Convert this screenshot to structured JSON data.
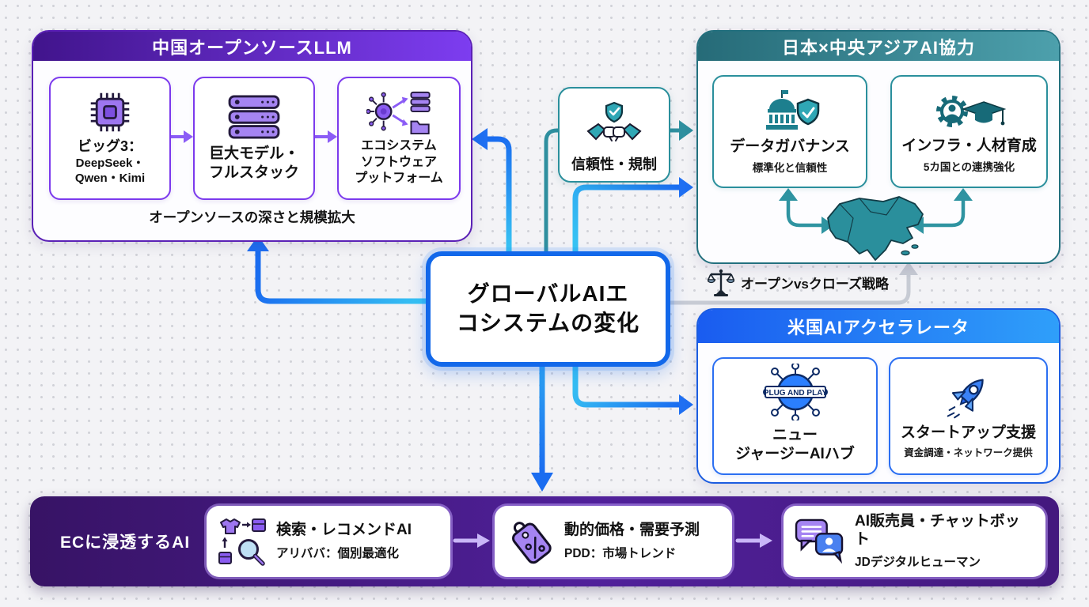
{
  "colors": {
    "purple": "#7c3aed",
    "teal": "#2f8f9f",
    "blue": "#1f6ff2",
    "bar_purple": "#46207c",
    "gray": "#c7cbd4"
  },
  "china_box": {
    "title": "中国オープンソースLLM",
    "cards": [
      {
        "icon": "chip-icon",
        "line1": "ビッグ3：",
        "line2": "DeepSeek・",
        "line3": "Qwen・Kimi"
      },
      {
        "icon": "server-stack-icon",
        "line1": "巨大モデル・",
        "line2": "フルスタック"
      },
      {
        "icon": "network-platform-icon",
        "line1": "エコシステム",
        "line2": "ソフトウェア",
        "line3": "プットフォーム"
      }
    ],
    "footer": "オープンソースの深さと規模拡大"
  },
  "japan_box": {
    "title": "日本×中央アジアAI協力",
    "cards": [
      {
        "icon": "government-shield-icon",
        "title": "データガバナンス",
        "subtitle": "標準化と信頼性"
      },
      {
        "icon": "gear-gradcap-icon",
        "title": "インフラ・人材育成",
        "subtitle": "5カ国との連携強化"
      }
    ]
  },
  "trust_box": {
    "icon": "handshake-shield-icon",
    "label": "信頼性・規制"
  },
  "center_node": {
    "line1": "グローバルAIエ",
    "line2": "コシステムの変化"
  },
  "strategy_note": {
    "icon": "scales-icon",
    "label": "オープンvsクローズ戦略"
  },
  "us_box": {
    "title": "米国AIアクセラレータ",
    "cards": [
      {
        "icon": "plug-and-play-icon",
        "badge": "PLUG AND PLAY",
        "line1": "ニュー",
        "line2": "ジャージーAIハブ"
      },
      {
        "icon": "rocket-icon",
        "title": "スタートアップ支援",
        "subtitle": "資金調達・ネットワーク提供"
      }
    ]
  },
  "ec_bar": {
    "label": "ECに浸透するAI",
    "cards": [
      {
        "icon": "search-recommend-icon",
        "title": "検索・レコメンドAI",
        "subtitle": "アリババ：個別最適化"
      },
      {
        "icon": "price-tag-icon",
        "title": "動的価格・需要予測",
        "subtitle": "PDD：市場トレンド"
      },
      {
        "icon": "chat-bot-icon",
        "title": "AI販売員・チャットボット",
        "subtitle": "JDデジタルヒューマン"
      }
    ]
  }
}
